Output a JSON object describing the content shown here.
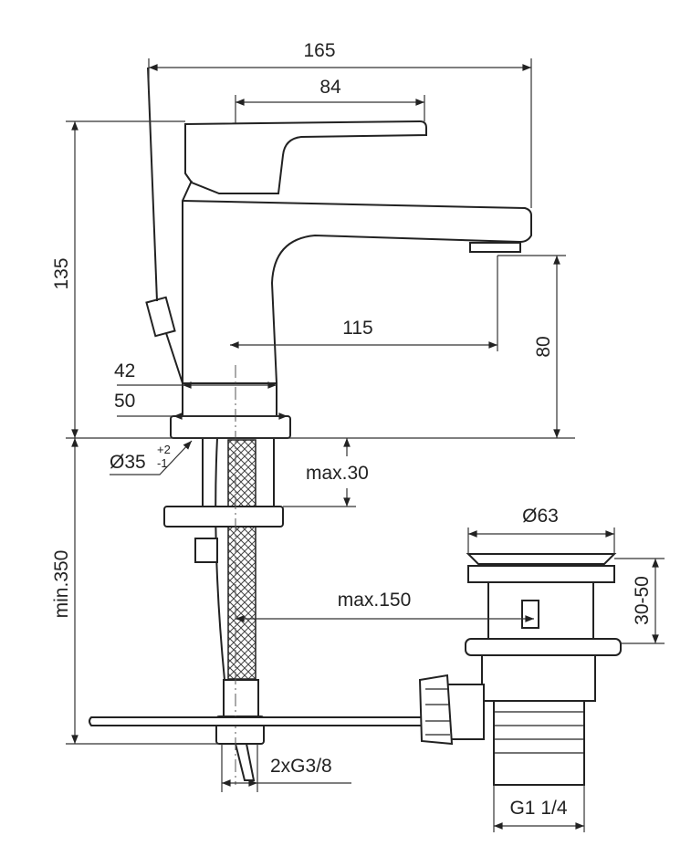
{
  "dimensions": {
    "overall_width": "165",
    "handle_length": "84",
    "overall_height": "135",
    "spout_height": "80",
    "spout_reach": "115",
    "body_width_42": "42",
    "base_width_50": "50",
    "hole_diameter": "Ø35",
    "hole_tol_plus": "+2",
    "hole_tol_minus": "-1",
    "max_thickness": "max.30",
    "min_hose_length": "min.350",
    "drain_diameter": "Ø63",
    "drain_range": "30-50",
    "max_rod": "max.150",
    "connection": "2xG3/8",
    "drain_thread": "G1 1/4"
  }
}
